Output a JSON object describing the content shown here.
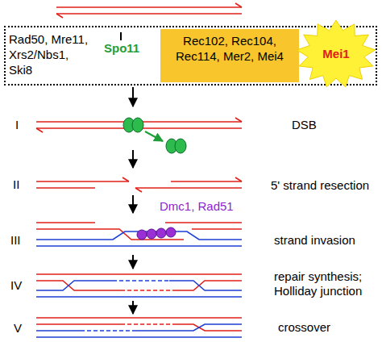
{
  "diagram": {
    "nodes": [
      {
        "text": [
          "Rad50, Mre11, Xrs2/Nbs1, Ski8",
          "Spo11"
        ]
      },
      {
        "text": [
          "Rec102, Rec104, Rec114, Mer2, Mei4"
        ],
        "in": 0
      },
      {
        "text": [
          "Mei1"
        ],
        "in": 0
      }
    ],
    "labels": [
      "I",
      "DSB",
      "II",
      "5' strand resection",
      "Dmc1, Rad51",
      "III",
      "strand invasion",
      "IV",
      "repair synthesis; Holliday junction",
      "V",
      "crossover"
    ]
  }
}
